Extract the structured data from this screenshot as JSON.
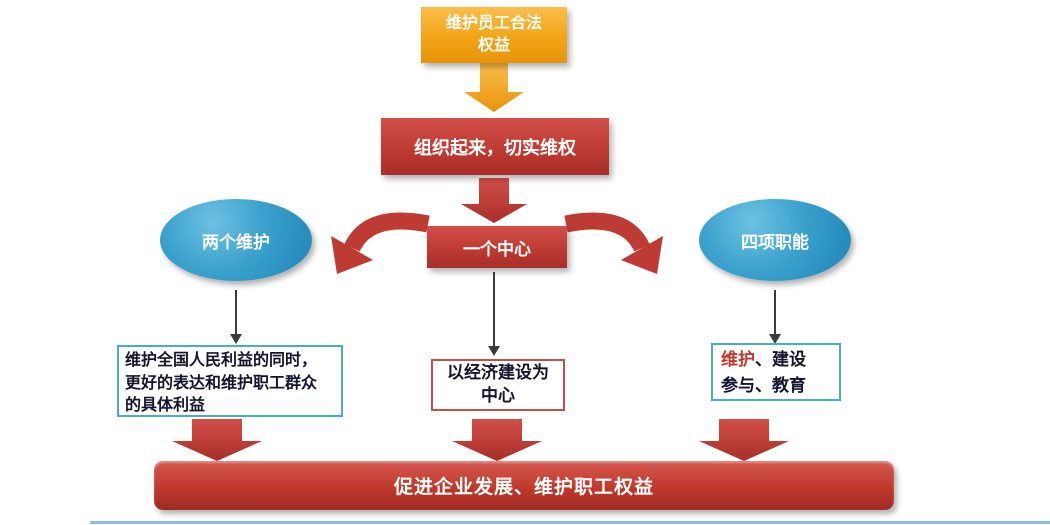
{
  "colors": {
    "orange": "#F2A416",
    "red": "#BE3B33",
    "blue": "#2F9EC9",
    "teal_border": "#4BACC6",
    "red_border": "#C0504D"
  },
  "nodes": {
    "top_box": "维护员工合法\n权益",
    "organize_box": "组织起来，切实维权",
    "left_ellipse": "两个维护",
    "center_box": "一个中心",
    "right_ellipse": "四项职能",
    "left_note": "维护全国人民利益的同时，\n更好的表达和维护职工群众\n的具体利益",
    "center_note": "以经济建设为\n中心",
    "right_note": {
      "line1_red": "维护",
      "line1_rest": "、建设",
      "line2": "参与、教育"
    },
    "bottom_bar": "促进企业发展、维护职工权益"
  }
}
